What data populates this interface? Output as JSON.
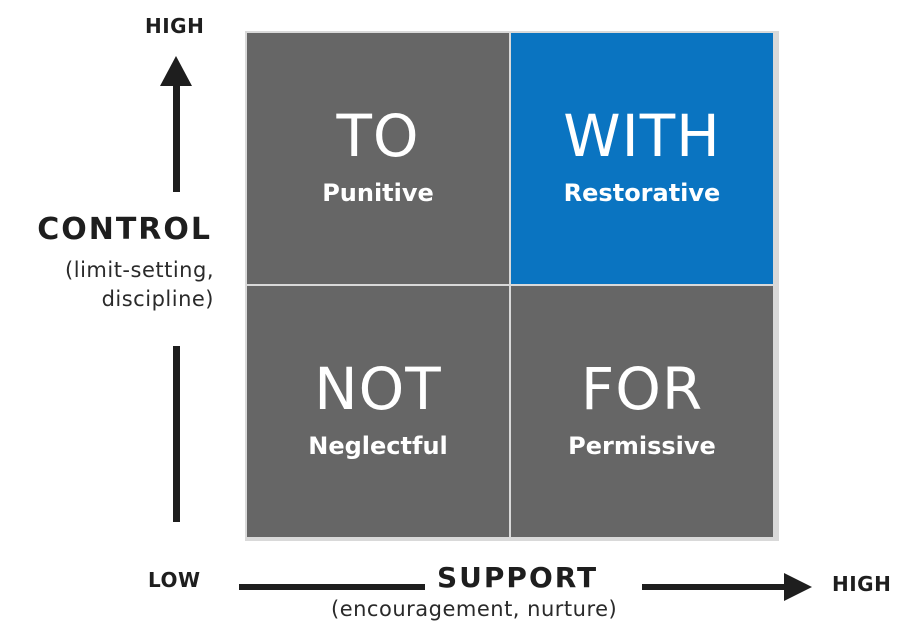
{
  "colors": {
    "quadrant_default": "#666666",
    "quadrant_highlight": "#0a74c1",
    "axis": "#1e1e1e",
    "text_on_quadrant": "#ffffff"
  },
  "y_axis": {
    "high_label": "HIGH",
    "title": "CONTROL",
    "subtitle_line1": "(limit-setting,",
    "subtitle_line2": "discipline)"
  },
  "x_axis": {
    "low_label": "LOW",
    "high_label": "HIGH",
    "title": "SUPPORT",
    "subtitle": "(encouragement, nurture)"
  },
  "quadrants": [
    {
      "word": "TO",
      "description": "Punitive",
      "highlight": false,
      "position": "top-left"
    },
    {
      "word": "WITH",
      "description": "Restorative",
      "highlight": true,
      "position": "top-right"
    },
    {
      "word": "NOT",
      "description": "Neglectful",
      "highlight": false,
      "position": "bottom-left"
    },
    {
      "word": "FOR",
      "description": "Permissive",
      "highlight": false,
      "position": "bottom-right"
    }
  ]
}
